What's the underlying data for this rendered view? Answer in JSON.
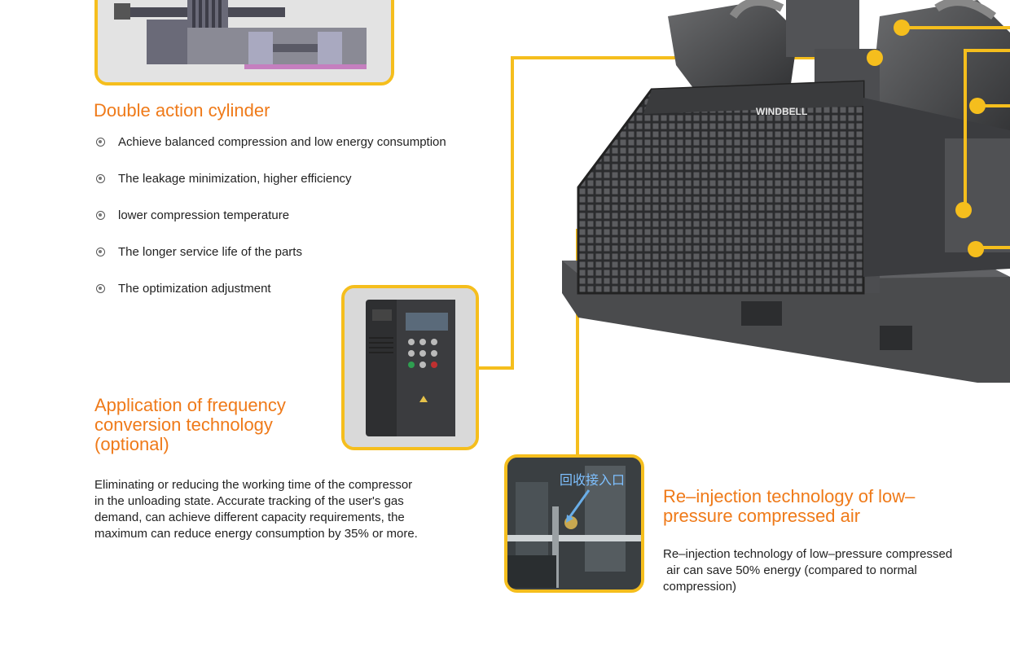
{
  "sections": {
    "cylinder": {
      "title": "Double action cylinder",
      "bullets": [
        "Achieve balanced compression and low energy consumption",
        "The leakage minimization, higher efficiency",
        "lower compression temperature",
        "The longer service life of the parts",
        "The optimization adjustment"
      ]
    },
    "frequency": {
      "title_lines": [
        "Application of frequency",
        "conversion technology",
        "(optional)"
      ],
      "body_lines": [
        "Eliminating or reducing the working time of the compressor",
        "in the unloading state. Accurate tracking of the user's gas",
        "demand, can achieve different capacity requirements, the",
        "maximum can reduce energy consumption by 35% or more."
      ]
    },
    "reinjection": {
      "title_lines": [
        "Re–injection technology of low–",
        "pressure compressed air"
      ],
      "body_lines": [
        "Re–injection technology of low–pressure compressed",
        " air can save 50% energy (compared to normal",
        "compression)"
      ],
      "photo_label": "回收接入口"
    }
  },
  "machine": {
    "brand_label": "WINDBELL"
  },
  "colors": {
    "accent_orange": "#ef7a19",
    "callout_yellow": "#f5be1d",
    "machine_gray": "#3f4042"
  }
}
